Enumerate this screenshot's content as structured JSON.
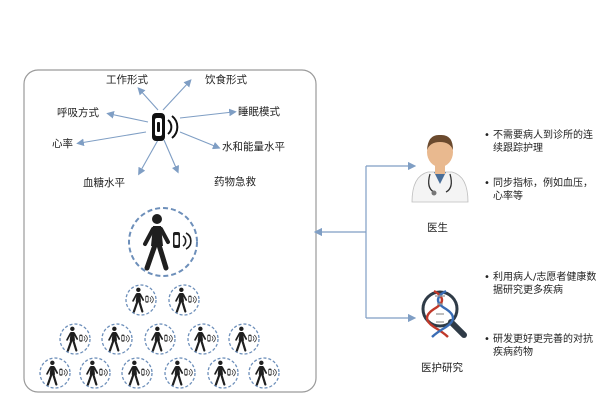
{
  "diagram": {
    "factors": [
      {
        "id": "work",
        "label": "工作形式"
      },
      {
        "id": "diet",
        "label": "饮食形式"
      },
      {
        "id": "breath",
        "label": "呼吸方式"
      },
      {
        "id": "sleep",
        "label": "睡眠模式"
      },
      {
        "id": "heart",
        "label": "心率"
      },
      {
        "id": "water",
        "label": "水和能量水平"
      },
      {
        "id": "sugar",
        "label": "血糖水平"
      },
      {
        "id": "drug",
        "label": "药物急救"
      }
    ],
    "doctor": {
      "label": "医生",
      "bullets": [
        "不需要病人到诊所的连续跟踪护理",
        "同步指标，例如血压，心率等"
      ]
    },
    "research": {
      "label": "医护研究",
      "bullets": [
        "利用病人/志愿者健康数据研究更多疾病",
        "研发更好更完善的对抗疾病药物"
      ]
    },
    "bullet_char": "•",
    "colors": {
      "border": "#9a9a9a",
      "arrow": "#7f9ec4",
      "figure": "#1f1f1f",
      "ring": "#6d8fba",
      "coat": "#f4f4f4",
      "skin": "#e9b98f",
      "hair": "#6b4a2e",
      "dna_red": "#c0392b",
      "dna_blue": "#3a6db5",
      "lens": "#2f3b47"
    }
  }
}
